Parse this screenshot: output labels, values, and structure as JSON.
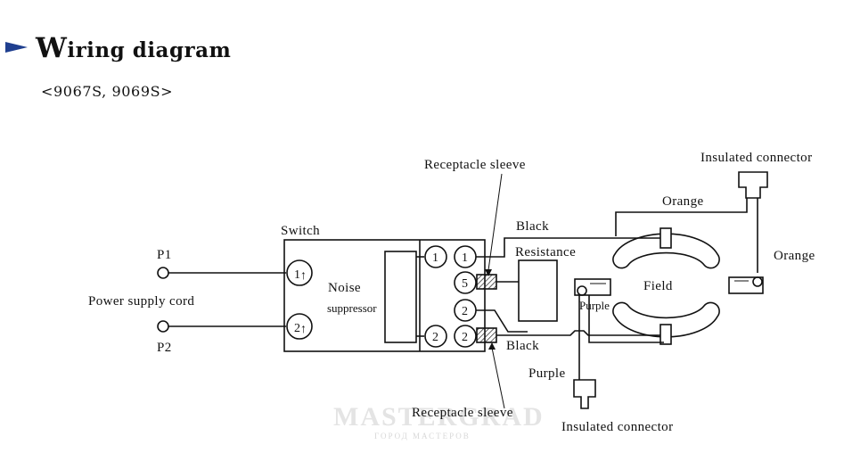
{
  "header": {
    "title_initial": "W",
    "title_rest": "iring diagram",
    "models": "<9067S, 9069S>"
  },
  "labels": {
    "p1": "P1",
    "p2": "P2",
    "power_supply_cord": "Power supply cord",
    "switch": "Switch",
    "noise": "Noise",
    "suppressor": "suppressor",
    "receptacle_sleeve_top": "Receptacle sleeve",
    "receptacle_sleeve_bottom": "Receptacle sleeve",
    "black_top": "Black",
    "black_bottom": "Black",
    "resistance": "Resistance",
    "orange_top": "Orange",
    "orange_right": "Orange",
    "insulated_connector_top": "Insulated connector",
    "insulated_connector_bottom": "Insulated connector",
    "field": "Field",
    "purple_small": "Purple",
    "purple_bottom": "Purple"
  },
  "switch_terminals": {
    "t1": "1",
    "t2": "2",
    "arrow": "↑"
  },
  "terminals": {
    "upper_left": "1",
    "upper_right": "1",
    "mid_5": "5",
    "mid_2": "2",
    "lower_left": "2",
    "lower_right": "2"
  },
  "watermark": {
    "main": "MASTERGRAD",
    "sub": "ГОРОД МАСТЕРОВ"
  },
  "colors": {
    "accent_arrow": "#1f3f8f"
  }
}
